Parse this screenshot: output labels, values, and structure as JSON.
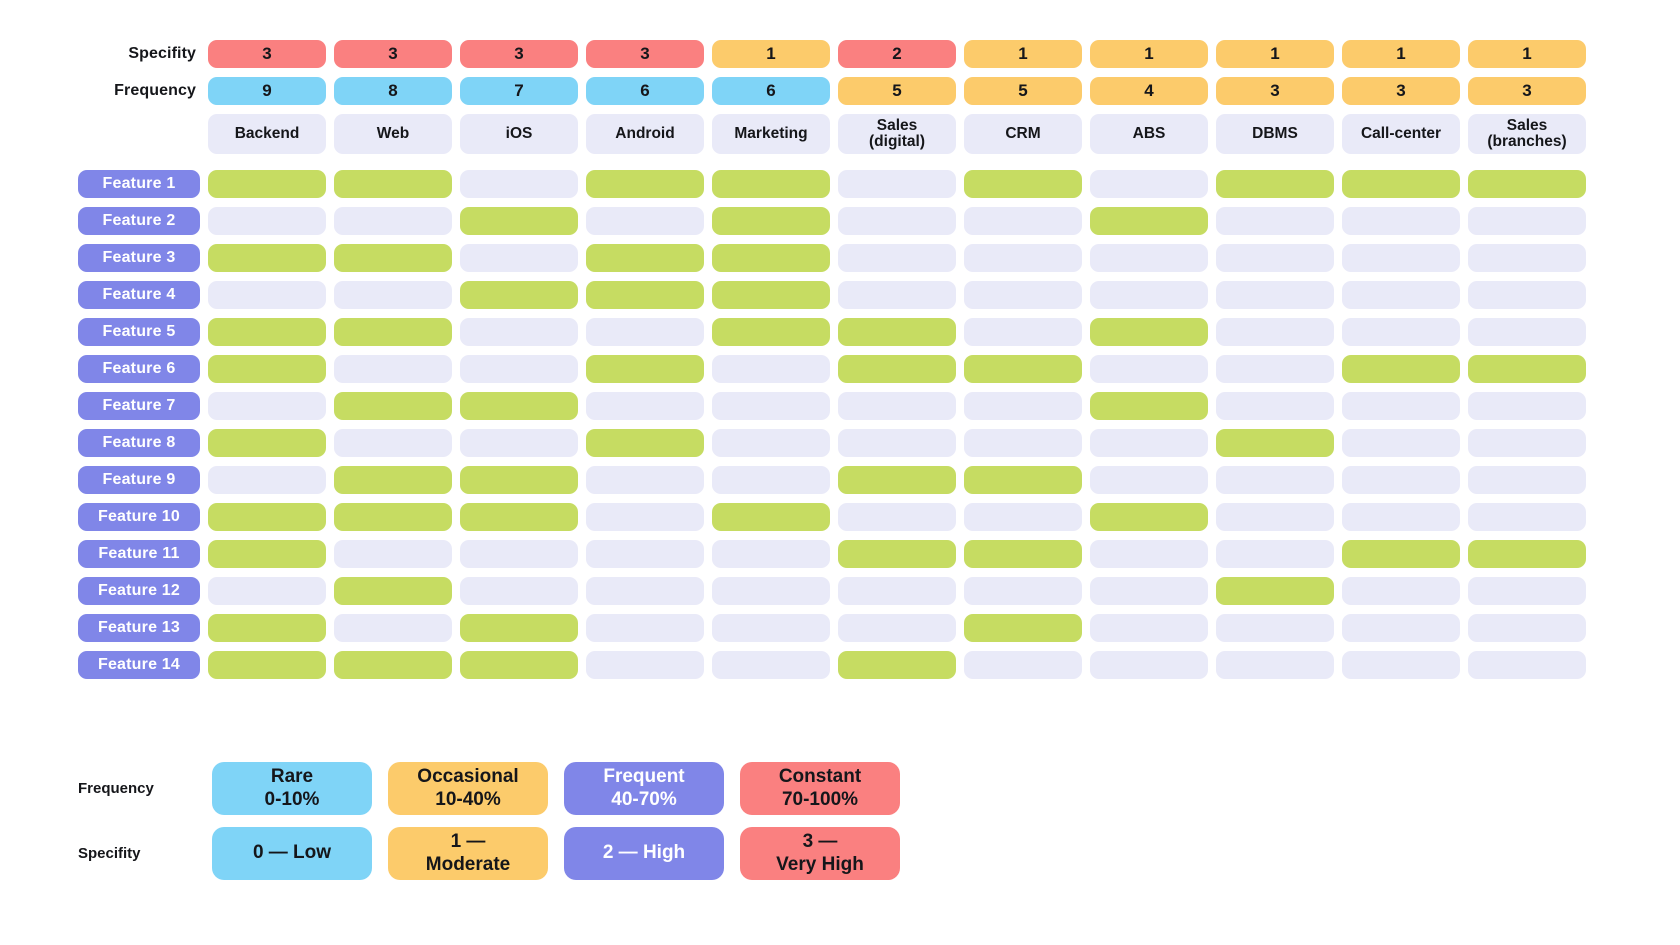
{
  "rows_meta": {
    "specifity_label": "Specifity",
    "frequency_label": "Frequency"
  },
  "chart_data": {
    "type": "heatmap",
    "title": "",
    "xlabel": "",
    "ylabel": "",
    "columns": [
      "Backend",
      "Web",
      "iOS",
      "Android",
      "Marketing",
      "Sales (digital)",
      "CRM",
      "ABS",
      "DBMS",
      "Call-center",
      "Sales (branches)"
    ],
    "column_lines": [
      [
        "Backend"
      ],
      [
        "Web"
      ],
      [
        "iOS"
      ],
      [
        "Android"
      ],
      [
        "Marketing"
      ],
      [
        "Sales",
        "(digital)"
      ],
      [
        "CRM"
      ],
      [
        "ABS"
      ],
      [
        "DBMS"
      ],
      [
        "Call-center"
      ],
      [
        "Sales",
        "(branches)"
      ]
    ],
    "specifity": [
      3,
      3,
      3,
      3,
      1,
      2,
      1,
      1,
      1,
      1,
      1
    ],
    "specifity_colors": [
      "red",
      "red",
      "red",
      "red",
      "orange",
      "red",
      "orange",
      "orange",
      "orange",
      "orange",
      "orange"
    ],
    "frequency": [
      9,
      8,
      7,
      6,
      6,
      5,
      5,
      4,
      3,
      3,
      3
    ],
    "frequency_colors": [
      "blue",
      "blue",
      "blue",
      "blue",
      "blue",
      "orange",
      "orange",
      "orange",
      "orange",
      "orange",
      "orange"
    ],
    "rows": [
      "Feature 1",
      "Feature 2",
      "Feature 3",
      "Feature 4",
      "Feature 5",
      "Feature 6",
      "Feature 7",
      "Feature 8",
      "Feature 9",
      "Feature 10",
      "Feature 11",
      "Feature 12",
      "Feature 13",
      "Feature 14"
    ],
    "values": [
      [
        1,
        1,
        0,
        1,
        1,
        0,
        1,
        0,
        1,
        1,
        1
      ],
      [
        0,
        0,
        1,
        0,
        1,
        0,
        0,
        1,
        0,
        0,
        0
      ],
      [
        1,
        1,
        0,
        1,
        1,
        0,
        0,
        0,
        0,
        0,
        0
      ],
      [
        0,
        0,
        1,
        1,
        1,
        0,
        0,
        0,
        0,
        0,
        0
      ],
      [
        1,
        1,
        0,
        0,
        1,
        1,
        0,
        1,
        0,
        0,
        0
      ],
      [
        1,
        0,
        0,
        1,
        0,
        1,
        1,
        0,
        0,
        1,
        1
      ],
      [
        0,
        1,
        1,
        0,
        0,
        0,
        0,
        1,
        0,
        0,
        0
      ],
      [
        1,
        0,
        0,
        1,
        0,
        0,
        0,
        0,
        1,
        0,
        0
      ],
      [
        0,
        1,
        1,
        0,
        0,
        1,
        1,
        0,
        0,
        0,
        0
      ],
      [
        1,
        1,
        1,
        0,
        1,
        0,
        0,
        1,
        0,
        0,
        0
      ],
      [
        1,
        0,
        0,
        0,
        0,
        1,
        1,
        0,
        0,
        1,
        1
      ],
      [
        0,
        1,
        0,
        0,
        0,
        0,
        0,
        0,
        1,
        0,
        0
      ],
      [
        1,
        0,
        1,
        0,
        0,
        0,
        1,
        0,
        0,
        0,
        0
      ],
      [
        1,
        1,
        1,
        0,
        0,
        1,
        0,
        0,
        0,
        0,
        0
      ]
    ],
    "legend_position": "bottom-left",
    "grid": false
  },
  "colors": {
    "green": "#c6dc62",
    "empty": "#e9eaf8",
    "red": "#fa8080",
    "blue": "#7fd4f7",
    "orange": "#fccb6b",
    "purple": "#8086e8"
  },
  "legend": {
    "frequency": {
      "label": "Frequency",
      "items": [
        {
          "line1": "Rare",
          "line2": "0-10%",
          "color": "blue"
        },
        {
          "line1": "Occasional",
          "line2": "10-40%",
          "color": "orange"
        },
        {
          "line1": "Frequent",
          "line2": "40-70%",
          "color": "purple"
        },
        {
          "line1": "Constant",
          "line2": "70-100%",
          "color": "red"
        }
      ]
    },
    "specifity": {
      "label": "Specifity",
      "items": [
        {
          "line1": "0 — Low",
          "line2": "",
          "color": "blue"
        },
        {
          "line1": "1 —",
          "line2": "Moderate",
          "color": "orange"
        },
        {
          "line1": "2 — High",
          "line2": "",
          "color": "purple"
        },
        {
          "line1": "3 —",
          "line2": "Very High",
          "color": "red"
        }
      ]
    }
  }
}
